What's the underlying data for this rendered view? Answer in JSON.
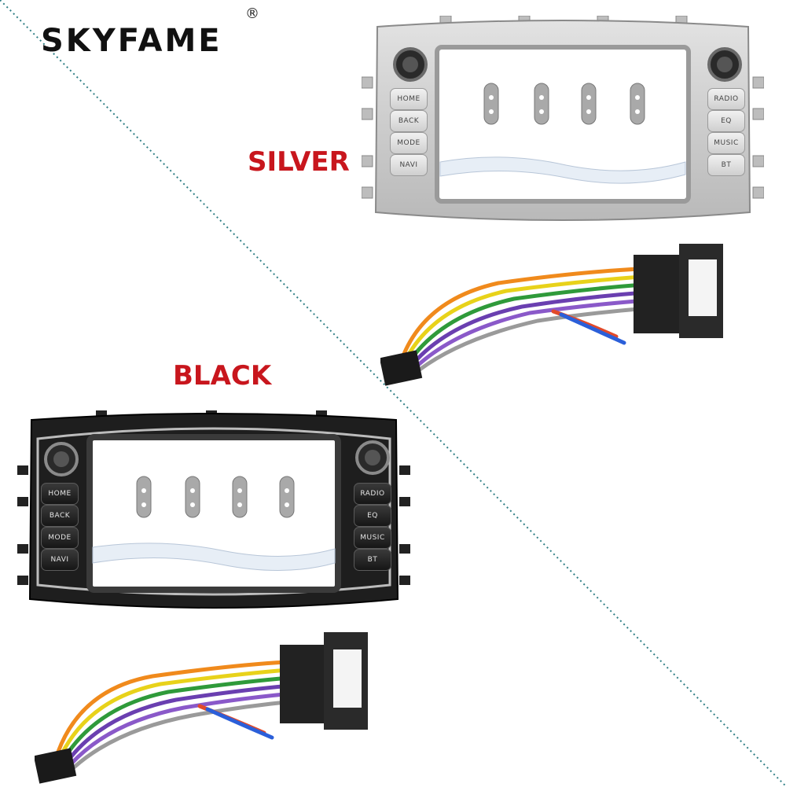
{
  "brand": {
    "name": "SKYFAME",
    "mark": "®"
  },
  "variants": {
    "silver": {
      "label": "SILVER"
    },
    "black": {
      "label": "BLACK"
    }
  },
  "panel_buttons": {
    "left": [
      "HOME",
      "BACK",
      "MODE",
      "NAVI"
    ],
    "right": [
      "RADIO",
      "EQ",
      "MUSIC",
      "BT"
    ]
  },
  "colors": {
    "label_red": "#c8161d",
    "silver_panel": "#c9c9c9",
    "black_panel": "#1e1e1e",
    "wire_colors": [
      "#f08a1c",
      "#e8d21a",
      "#2f9a3a",
      "#6a3fb0",
      "#8a59c9",
      "#9a9a9a",
      "#e24a2a",
      "#2b5fd9"
    ]
  },
  "icons": [
    "divider-dotted-line",
    "wiring-harness",
    "connector-block",
    "mounting-knob"
  ]
}
